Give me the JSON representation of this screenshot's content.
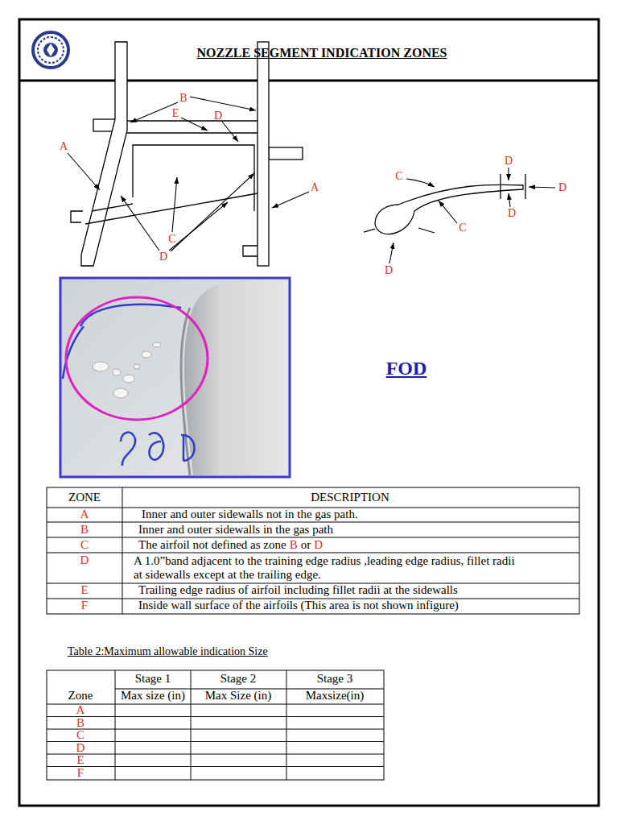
{
  "diagram": {
    "title": "NOZZLE SEGMENT INDICATION ZONES",
    "labels": [
      "B",
      "E",
      "D",
      "A",
      "A",
      "C",
      "D",
      "D",
      "C",
      "D",
      "D",
      "C",
      "D",
      "FOD",
      "ZONE",
      "DESCRIPTION",
      "A",
      "Inner and outer sidewalls not in the gas path.",
      "B",
      "Inner and outer sidewalls in the gas path",
      "C",
      "The airfoil not defined as zone",
      "B",
      "or",
      "D",
      "D",
      "A 1.0”band adjacent to the training edge radius ,leading edge radius, fillet radii at sidewalls except at the trailing edge.",
      "E",
      "Trailing edge radius of airfoil including fillet radii at the sidewalls",
      "F",
      "Inside wall surface of the airfoils (This area is not shown infigure)",
      "Table 2:Maximum allowable indication Size",
      "Stage 1",
      "Stage 2",
      "Stage 3",
      "Zone",
      "Max size (in)",
      "Max Size (in)",
      "Maxsize(in)",
      "A",
      "B",
      "C",
      "D",
      "E",
      "F"
    ]
  }
}
